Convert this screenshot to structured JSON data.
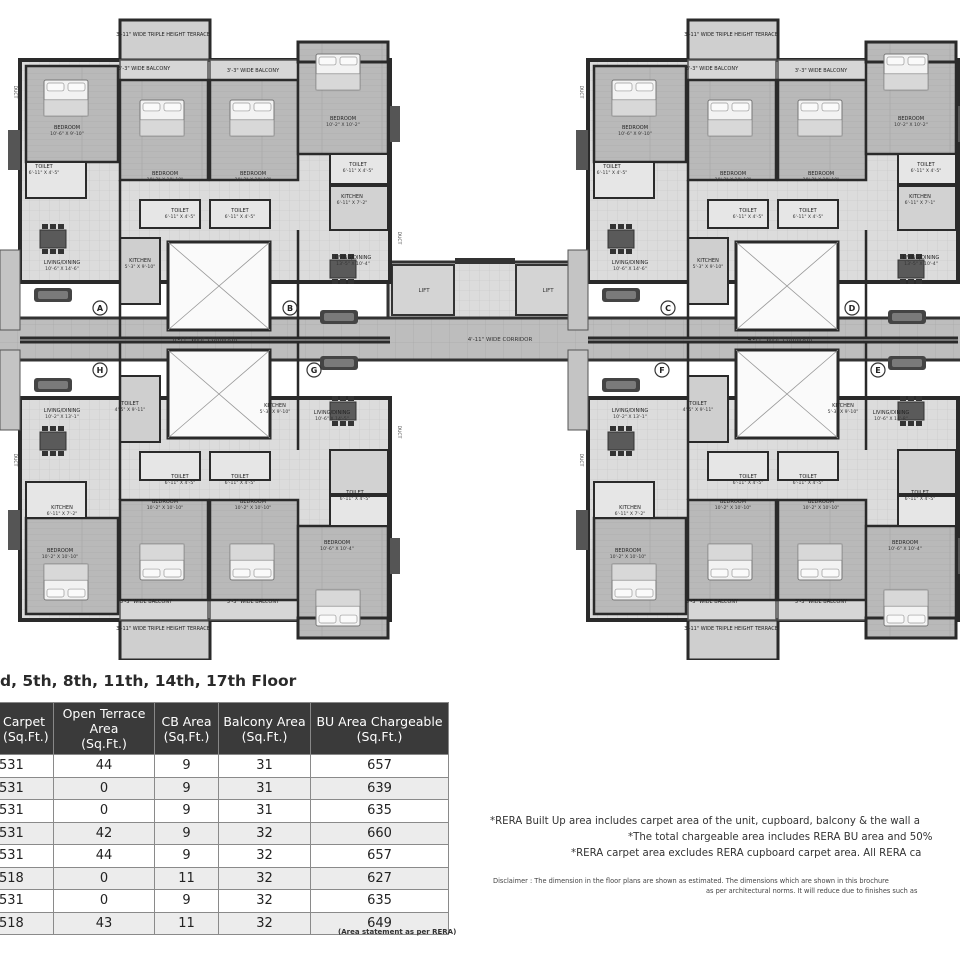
{
  "plan": {
    "corridor_labels": [
      "6'-11\" WIDE CORRIDOR",
      "4'-11\" WIDE CORRIDOR",
      "4'-11\" WIDE CORRIDOR"
    ],
    "lift_label": "LIFT",
    "duct_label": "DUCT",
    "units": [
      {
        "id": "A",
        "rooms": [
          {
            "name": "BEDROOM",
            "dim": "10'-6\" X 9'-10\""
          },
          {
            "name": "TOILET",
            "dim": "6'-11\" X 4'-5\""
          },
          {
            "name": "LIVING/DINING",
            "dim": "10'-6\" X 14'-6\""
          },
          {
            "name": "KITCHEN",
            "dim": "5'-3\" X 9'-10\""
          },
          {
            "name": "BEDROOM",
            "dim": "10'-2\" X 10'-10\""
          },
          {
            "name": "TOILET",
            "dim": "6'-11\" X 4'-5\""
          },
          {
            "name": "3'-3\" WIDE BALCONY",
            "dim": ""
          }
        ]
      },
      {
        "id": "B",
        "rooms": [
          {
            "name": "BEDROOM",
            "dim": "10'-2\" X 10'-10\""
          },
          {
            "name": "TOILET",
            "dim": "6'-11\" X 4'-5\""
          },
          {
            "name": "BEDROOM",
            "dim": "10'-2\" X 10'-2\""
          },
          {
            "name": "TOILET",
            "dim": "6'-11\" X 4'-5\""
          },
          {
            "name": "KITCHEN",
            "dim": "6'-11\" X 7'-2\""
          },
          {
            "name": "LIVING/DINING",
            "dim": "13'-5\" X 10'-4\""
          },
          {
            "name": "3'-3\" WIDE BALCONY",
            "dim": ""
          },
          {
            "name": "3'-11\" WIDE TRIPLE HEIGHT TERRACE",
            "dim": ""
          }
        ]
      },
      {
        "id": "C",
        "rooms": [
          {
            "name": "BEDROOM",
            "dim": "10'-6\" X 9'-10\""
          },
          {
            "name": "TOILET",
            "dim": "6'-11\" X 4'-5\""
          },
          {
            "name": "LIVING/DINING",
            "dim": "10'-6\" X 14'-6\""
          },
          {
            "name": "KITCHEN",
            "dim": "5'-3\" X 9'-10\""
          },
          {
            "name": "BEDROOM",
            "dim": "10'-2\" X 10'-10\""
          },
          {
            "name": "TOILET",
            "dim": "6'-11\" X 4'-5\""
          },
          {
            "name": "3'-3\" WIDE BALCONY",
            "dim": ""
          }
        ]
      },
      {
        "id": "D",
        "rooms": [
          {
            "name": "BEDROOM",
            "dim": "10'-2\" X 10'-10\""
          },
          {
            "name": "TOILET",
            "dim": "6'-11\" X 4'-5\""
          },
          {
            "name": "BEDROOM",
            "dim": "10'-2\" X 10'-2\""
          },
          {
            "name": "TOILET",
            "dim": "6'-11\" X 4'-5\""
          },
          {
            "name": "KITCHEN",
            "dim": "6'-11\" X 7'-1\""
          },
          {
            "name": "LIVING/DINING",
            "dim": "13'-5\" X 10'-4\""
          },
          {
            "name": "3'-3\" WIDE BALCONY",
            "dim": ""
          },
          {
            "name": "3'-11\" WIDE TRIPLE HEIGHT TERRACE",
            "dim": ""
          }
        ]
      },
      {
        "id": "E",
        "rooms": [
          {
            "name": "LIVING/DINING",
            "dim": "10'-6\" X 14'-8\""
          },
          {
            "name": "KITCHEN",
            "dim": "5'-3\" X 9'-10\""
          },
          {
            "name": "TOILET",
            "dim": "6'-11\" X 4'-5\""
          },
          {
            "name": "BEDROOM",
            "dim": "10'-6\" X 10'-4\""
          },
          {
            "name": "TOILET",
            "dim": "6'-11\" X 4'-5\""
          },
          {
            "name": "BEDROOM",
            "dim": "10'-2\" X 10'-10\""
          },
          {
            "name": "3'-3\" WIDE BALCONY",
            "dim": ""
          },
          {
            "name": "3'-11\" WIDE TRIPLE HEIGHT TERRACE",
            "dim": ""
          }
        ]
      },
      {
        "id": "F",
        "rooms": [
          {
            "name": "LIVING/DINING",
            "dim": "10'-2\" X 13'-1\""
          },
          {
            "name": "TOILET",
            "dim": "4'-5\" X 9'-11\""
          },
          {
            "name": "KITCHEN",
            "dim": "6'-11\" X 7'-2\""
          },
          {
            "name": "BEDROOM",
            "dim": "10'-2\" X 10'-10\""
          },
          {
            "name": "TOILET",
            "dim": "6'-11\" X 4'-5\""
          },
          {
            "name": "BEDROOM",
            "dim": "10'-2\" X 10'-10\""
          },
          {
            "name": "3'-3\" WIDE BALCONY",
            "dim": ""
          }
        ]
      },
      {
        "id": "G",
        "rooms": [
          {
            "name": "LIVING/DINING",
            "dim": "10'-6\" X 14'-5\""
          },
          {
            "name": "KITCHEN",
            "dim": "5'-3\" X 9'-10\""
          },
          {
            "name": "TOILET",
            "dim": "6'-11\" X 4'-5\""
          },
          {
            "name": "BEDROOM",
            "dim": "10'-6\" X 10'-4\""
          },
          {
            "name": "TOILET",
            "dim": "6'-11\" X 4'-5\""
          },
          {
            "name": "BEDROOM",
            "dim": "10'-2\" X 10'-10\""
          },
          {
            "name": "3'-3\" WIDE BALCONY",
            "dim": ""
          },
          {
            "name": "3'-11\" WIDE TRIPLE HEIGHT TERRACE",
            "dim": ""
          }
        ]
      },
      {
        "id": "H",
        "rooms": [
          {
            "name": "LIVING/DINING",
            "dim": "10'-2\" X 13'-1\""
          },
          {
            "name": "TOILET",
            "dim": "4'-5\" X 9'-11\""
          },
          {
            "name": "KITCHEN",
            "dim": "6'-11\" X 7'-2\""
          },
          {
            "name": "BEDROOM",
            "dim": "10'-2\" X 10'-10\""
          },
          {
            "name": "TOILET",
            "dim": "6'-11\" X 4'-5\""
          },
          {
            "name": "BEDROOM",
            "dim": "10'-2\" X 10'-10\""
          },
          {
            "name": "3'-3\" WIDE BALCONY",
            "dim": ""
          }
        ]
      }
    ]
  },
  "floor_heading": "d, 5th, 8th, 11th, 14th, 17th Floor",
  "table": {
    "headers": [
      "Carpet (Sq.Ft.)",
      "Open Terrace Area (Sq.Ft.)",
      "CB Area (Sq.Ft.)",
      "Balcony Area (Sq.Ft.)",
      "BU Area Chargeable (Sq.Ft.)"
    ],
    "rows": [
      [
        "531",
        "44",
        "9",
        "31",
        "657"
      ],
      [
        "531",
        "0",
        "9",
        "31",
        "639"
      ],
      [
        "531",
        "0",
        "9",
        "31",
        "635"
      ],
      [
        "531",
        "42",
        "9",
        "32",
        "660"
      ],
      [
        "531",
        "44",
        "9",
        "32",
        "657"
      ],
      [
        "518",
        "0",
        "11",
        "32",
        "627"
      ],
      [
        "531",
        "0",
        "9",
        "32",
        "635"
      ],
      [
        "518",
        "43",
        "11",
        "32",
        "649"
      ]
    ],
    "statement": "(Area statement as per RERA)"
  },
  "notes": [
    "*RERA Built Up area includes carpet area of the unit, cupboard, balcony & the wall a",
    "*The total chargeable area includes RERA BU area and 50%",
    "*RERA carpet area excludes RERA cupboard carpet area. All RERA ca"
  ],
  "disclaimer": [
    "Disclaimer : The dimension in the floor plans are shown as estimated. The dimensions which are shown in this brochure",
    "as per architectural norms. It will reduce due to finishes such as"
  ]
}
